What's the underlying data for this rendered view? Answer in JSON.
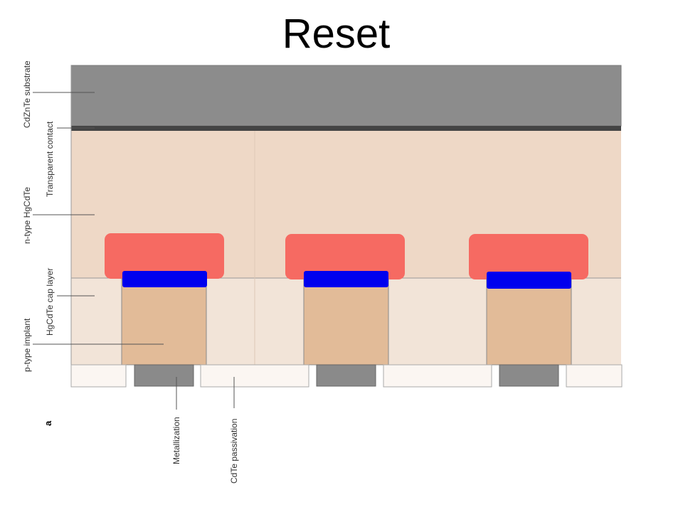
{
  "title": "Reset",
  "figure_letter": "a",
  "labels": {
    "substrate": "CdZnTe substrate",
    "contact": "Transparent contact",
    "n_type": "n-type HgCdTe",
    "cap_layer": "HgCdTe cap layer",
    "p_implant": "p-type implant",
    "metallization": "Metallization",
    "passivation": "CdTe passivation"
  },
  "colors": {
    "substrate": "#8c8c8c",
    "contact": "#444444",
    "n_type": "#eed8c6",
    "cap_layer": "#f2e4d8",
    "p_implant": "#e2bb98",
    "depletion": "#f66a62",
    "junction": "#0000ee",
    "metal": "#8a8a8a",
    "passivation": "#fbf6f2"
  }
}
